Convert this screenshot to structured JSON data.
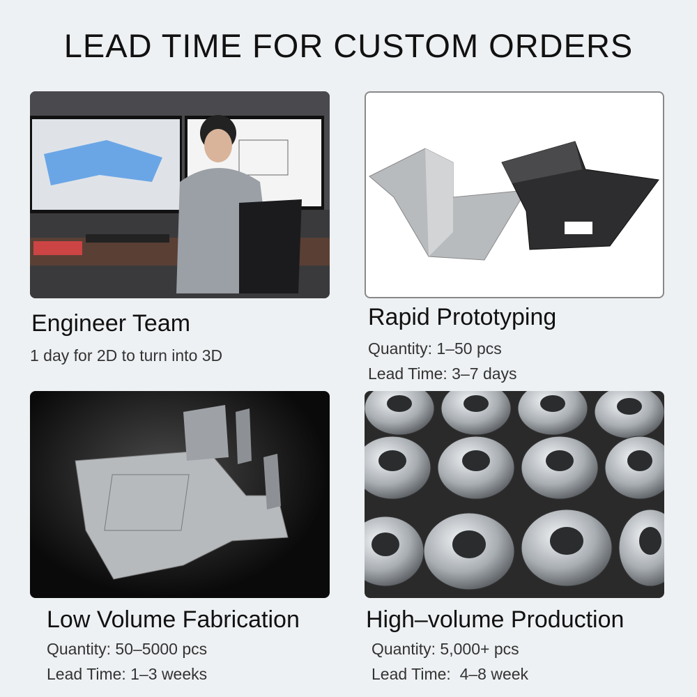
{
  "title": "LEAD TIME FOR CUSTOM ORDERS",
  "sections": [
    {
      "heading": "Engineer Team",
      "lines": [
        "1 day for 2D to turn into 3D"
      ]
    },
    {
      "heading": "Rapid Prototyping",
      "lines": [
        "Quantity: 1–50 pcs",
        "Lead Time: 3–7 days"
      ]
    },
    {
      "heading": "Low Volume Fabrication",
      "lines": [
        "Quantity: 50–5000 pcs",
        "Lead Time: 1–3 weeks"
      ]
    },
    {
      "heading": "High–volume Production",
      "lines": [
        "Quantity: 5,000+ pcs",
        "Lead Time:  4–8 week"
      ]
    }
  ]
}
